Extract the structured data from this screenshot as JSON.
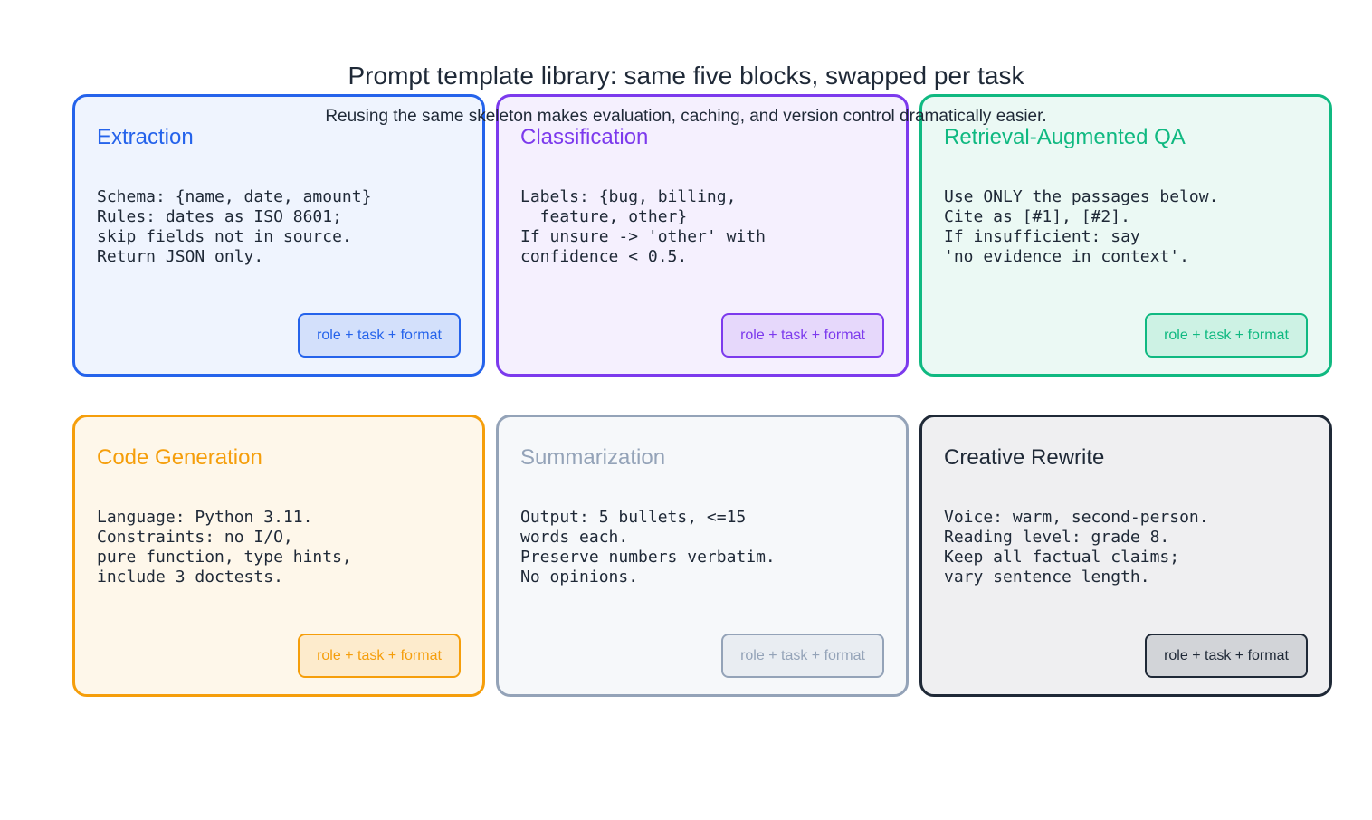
{
  "title": "Prompt template library: same five blocks, swapped per task",
  "subtitle": "Reusing the same skeleton makes evaluation, caching, and version control dramatically easier.",
  "cards": [
    {
      "title": "Extraction",
      "body": "Schema: {name, date, amount}\nRules: dates as ISO 8601;\nskip fields not in source.\nReturn JSON only.",
      "badge": "role + task + format",
      "color": "#2563eb",
      "fill": "#eff4fe",
      "badge_fill": "#d3e0fb"
    },
    {
      "title": "Classification",
      "body": "Labels: {bug, billing,\n  feature, other}\nIf unsure -> 'other' with\nconfidence < 0.5.",
      "badge": "role + task + format",
      "color": "#7c3aed",
      "fill": "#f5f0fe",
      "badge_fill": "#e6d8fb"
    },
    {
      "title": "Retrieval-Augmented QA",
      "body": "Use ONLY the passages below.\nCite as [#1], [#2].\nIf insufficient: say\n'no evidence in context'.",
      "badge": "role + task + format",
      "color": "#10b981",
      "fill": "#ebf9f4",
      "badge_fill": "#cdf2e4"
    },
    {
      "title": "Code Generation",
      "body": "Language: Python 3.11.\nConstraints: no I/O,\npure function, type hints,\ninclude 3 doctests.",
      "badge": "role + task + format",
      "color": "#f59e0b",
      "fill": "#fef7ea",
      "badge_fill": "#fdebcc"
    },
    {
      "title": "Summarization",
      "body": "Output: 5 bullets, <=15\nwords each.\nPreserve numbers verbatim.\nNo opinions.",
      "badge": "role + task + format",
      "color": "#94a3b8",
      "fill": "#f6f8fa",
      "badge_fill": "#e9edf2"
    },
    {
      "title": "Creative Rewrite",
      "body": "Voice: warm, second-person.\nReading level: grade 8.\nKeep all factual claims;\nvary sentence length.",
      "badge": "role + task + format",
      "color": "#1f2937",
      "fill": "#efeff1",
      "badge_fill": "#d2d4d8"
    }
  ]
}
